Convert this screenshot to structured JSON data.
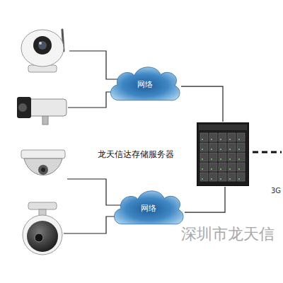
{
  "diagram": {
    "nodes": [
      {
        "text": [
          "网络"
        ]
      },
      {
        "text": [
          "网络"
        ]
      },
      {
        "text": [
          "龙天信达存储服务器"
        ]
      }
    ],
    "edges": [
      {
        "from": 0,
        "to": 2,
        "arrow": "none"
      },
      {
        "from": 1,
        "to": 2,
        "arrow": "none"
      }
    ],
    "labels": [
      "3G",
      "深圳市龙天信"
    ]
  }
}
